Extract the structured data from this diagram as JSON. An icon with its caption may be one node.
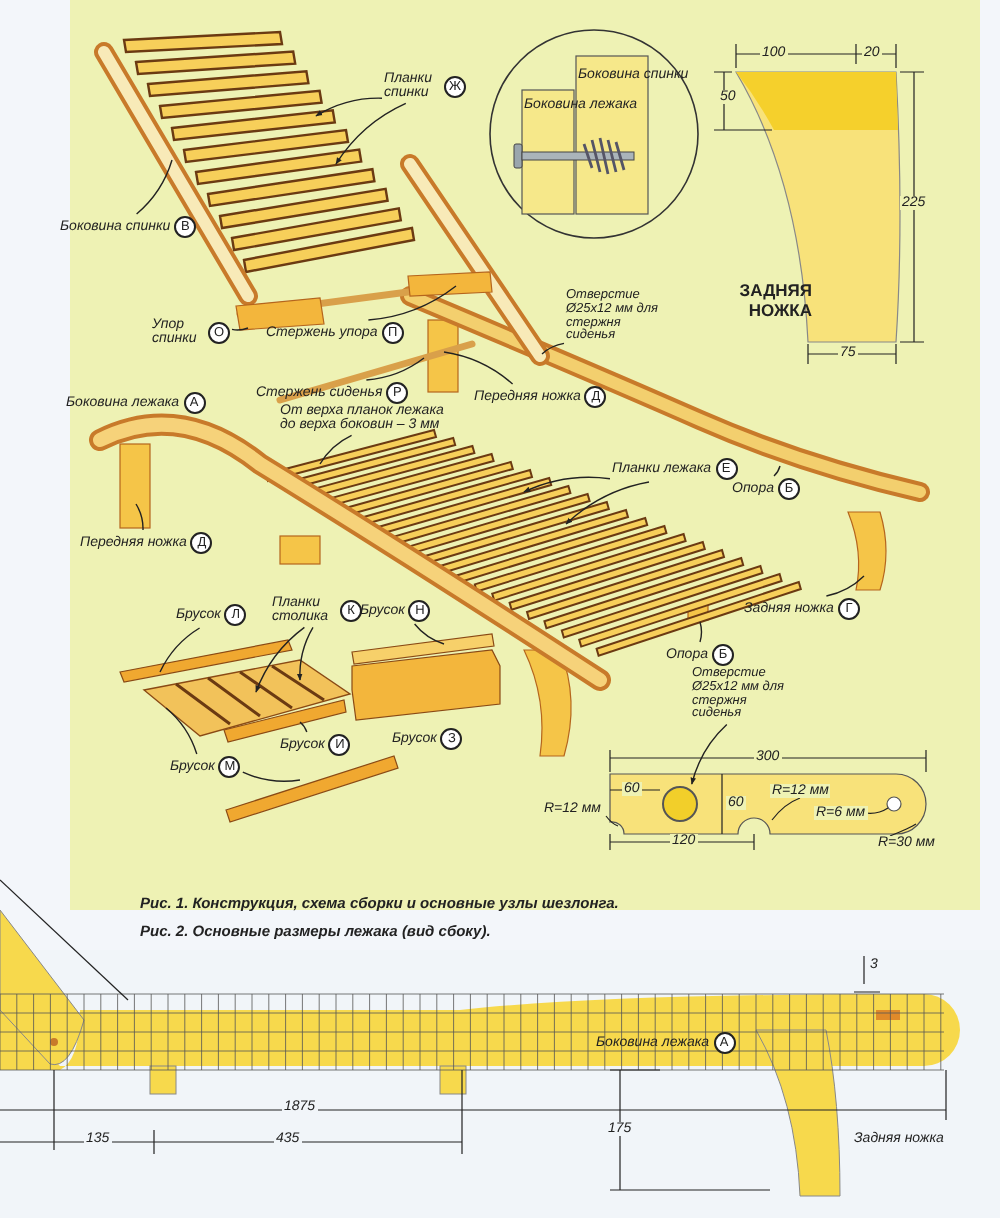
{
  "diagram": {
    "nodes": [
      {
        "text": [
          "Планки спинки",
          "Ж"
        ]
      },
      {
        "text": [
          "Боковина спинки",
          "В"
        ]
      },
      {
        "text": [
          "Упор спинки",
          "О"
        ]
      },
      {
        "text": [
          "Стержень упора",
          "П"
        ]
      },
      {
        "text": [
          "Отверстие Ø25x12 мм для стержня сиденья"
        ]
      },
      {
        "text": [
          "Стержень сиденья",
          "Р"
        ]
      },
      {
        "text": [
          "Передняя ножка",
          "Д"
        ]
      },
      {
        "text": [
          "От верха планок лежака до верха боковин – 3 мм"
        ]
      },
      {
        "text": [
          "Планки лежака",
          "Е"
        ]
      },
      {
        "text": [
          "Опора",
          "Б"
        ]
      },
      {
        "text": [
          "Передняя ножка",
          "Д"
        ]
      },
      {
        "text": [
          "Задняя ножка",
          "Г"
        ]
      },
      {
        "text": [
          "Брусок",
          "Л"
        ]
      },
      {
        "text": [
          "Планки столика",
          "К"
        ]
      },
      {
        "text": [
          "Брусок",
          "Н"
        ]
      },
      {
        "text": [
          "Опора",
          "Б"
        ]
      },
      {
        "text": [
          "Брусок",
          "И"
        ]
      },
      {
        "text": [
          "Брусок",
          "М"
        ]
      },
      {
        "text": [
          "Отверстие Ø25x12 мм для стержня сиденья"
        ]
      },
      {
        "text": [
          "Боковина лежака",
          "А"
        ]
      },
      {
        "text": [
          "Брусок",
          "З"
        ]
      },
      {
        "text": [
          "Боковина лежака",
          "А"
        ]
      },
      {
        "text": [],
        "shape": "circle"
      }
    ],
    "edges": [
      {
        "from": 0,
        "to": null,
        "arrow": "to"
      },
      {
        "from": 0,
        "to": null,
        "arrow": "to"
      },
      {
        "from": 1,
        "to": null,
        "arrow": "none"
      },
      {
        "from": 2,
        "to": null,
        "arrow": "none"
      },
      {
        "from": 3,
        "to": null,
        "arrow": "none"
      },
      {
        "from": 4,
        "to": null,
        "arrow": "none"
      },
      {
        "from": 5,
        "to": null,
        "arrow": "none"
      },
      {
        "from": 6,
        "to": null,
        "arrow": "none"
      },
      {
        "from": 7,
        "to": null,
        "arrow": "none"
      },
      {
        "from": 8,
        "to": null,
        "arrow": "to"
      },
      {
        "from": 8,
        "to": null,
        "arrow": "to"
      },
      {
        "from": 9,
        "to": null,
        "arrow": "none"
      },
      {
        "from": 10,
        "to": null,
        "arrow": "none"
      },
      {
        "from": 11,
        "to": null,
        "arrow": "none"
      },
      {
        "from": 12,
        "to": null,
        "arrow": "none"
      },
      {
        "from": 13,
        "to": null,
        "arrow": "to"
      },
      {
        "from": 13,
        "to": null,
        "arrow": "to"
      },
      {
        "from": 14,
        "to": null,
        "arrow": "none"
      },
      {
        "from": 15,
        "to": null,
        "arrow": "none"
      },
      {
        "from": 16,
        "to": null,
        "arrow": "none"
      },
      {
        "from": 17,
        "to": null,
        "arrow": "none"
      },
      {
        "from": 17,
        "to": null,
        "arrow": "none"
      },
      {
        "from": 18,
        "to": 22,
        "arrow": "to"
      }
    ],
    "labels": [
      "Боковина спинки",
      "Боковина лежака",
      "100",
      "20",
      "50",
      "225",
      "ЗАДНЯЯ НОЖКА",
      "75",
      "300",
      "60",
      "60",
      "R=12 мм",
      "R=12 мм",
      "R=6 мм",
      "120",
      "R=30 мм",
      "Рис. 1. Конструкция, схема сборки и основные узлы шезлонга.",
      "Рис. 2. Основные размеры лежака (вид сбоку).",
      "3",
      "1875",
      "135",
      "435",
      "175",
      "Задняя ножка"
    ]
  }
}
